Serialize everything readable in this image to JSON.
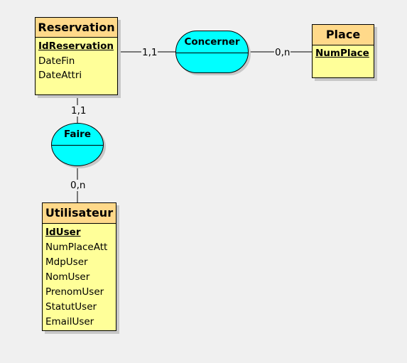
{
  "entities": {
    "reservation": {
      "title": "Reservation",
      "attributes": [
        {
          "name": "IdReservation",
          "key": true
        },
        {
          "name": "DateFin",
          "key": false
        },
        {
          "name": "DateAttri",
          "key": false
        }
      ]
    },
    "place": {
      "title": "Place",
      "attributes": [
        {
          "name": "NumPlace",
          "key": true
        }
      ]
    },
    "utilisateur": {
      "title": "Utilisateur",
      "attributes": [
        {
          "name": "IdUser",
          "key": true
        },
        {
          "name": "NumPlaceAtt",
          "key": false
        },
        {
          "name": "MdpUser",
          "key": false
        },
        {
          "name": "NomUser",
          "key": false
        },
        {
          "name": "PrenomUser",
          "key": false
        },
        {
          "name": "StatutUser",
          "key": false
        },
        {
          "name": "EmailUser",
          "key": false
        }
      ]
    }
  },
  "relations": {
    "concerner": {
      "name": "Concerner"
    },
    "faire": {
      "name": "Faire"
    }
  },
  "cardinalities": {
    "reservation_concerner": "1,1",
    "concerner_place": "0,n",
    "reservation_faire": "1,1",
    "faire_utilisateur": "0,n"
  },
  "colors": {
    "background": "#f0f0f0",
    "entity_header": "#ffd98a",
    "entity_body": "#ffff99",
    "relation_fill": "#00ffff",
    "shadow": "#c8c8c8"
  }
}
